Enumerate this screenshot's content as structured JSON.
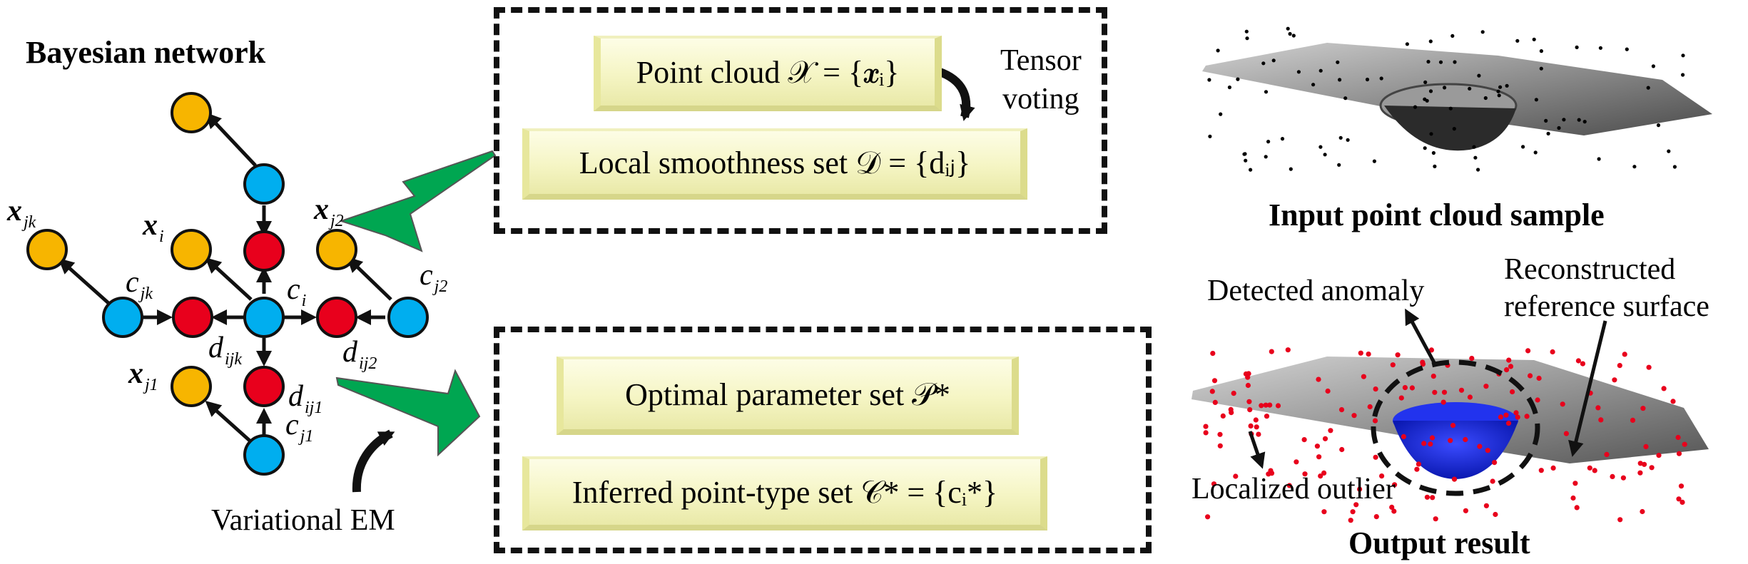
{
  "bayesian_network": {
    "title": "Bayesian network",
    "x_jk": {
      "base": "x",
      "sub": "jk"
    },
    "x_i": {
      "base": "x",
      "sub": "i"
    },
    "x_j2": {
      "base": "x",
      "sub": "j2"
    },
    "x_j1": {
      "base": "x",
      "sub": "j1"
    },
    "c_jk": {
      "base": "c",
      "sub": "jk"
    },
    "c_i": {
      "base": "c",
      "sub": "i"
    },
    "c_j2": {
      "base": "c",
      "sub": "j2"
    },
    "c_j1": {
      "base": "c",
      "sub": "j1"
    },
    "d_ijk": {
      "base": "d",
      "sub": "ijk"
    },
    "d_ij2": {
      "base": "d",
      "sub": "ij2"
    },
    "d_ij1": {
      "base": "d",
      "sub": "ij1"
    },
    "em_label": "Variational EM",
    "colors": {
      "observed": "#f7b500",
      "latent": "#00aeef",
      "smoothness": "#e8001c"
    }
  },
  "top_box": {
    "point_cloud": "Point cloud 𝒳 = {𝒙ᵢ}",
    "tensor_voting": [
      "Tensor",
      "voting"
    ],
    "smoothness_set": "Local smoothness set 𝒟 = {dᵢⱼ}"
  },
  "bottom_box": {
    "optimal_params": "Optimal parameter set 𝒫*",
    "inferred_types": "Inferred point-type set 𝒞* = {cᵢ*}"
  },
  "right_panel": {
    "input_caption": "Input point cloud sample",
    "output_caption": "Output result",
    "detected_anomaly": "Detected anomaly",
    "reconstructed": [
      "Reconstructed",
      "reference surface"
    ],
    "localized_outlier": "Localized outlier"
  },
  "arrow_color": "#00a651"
}
